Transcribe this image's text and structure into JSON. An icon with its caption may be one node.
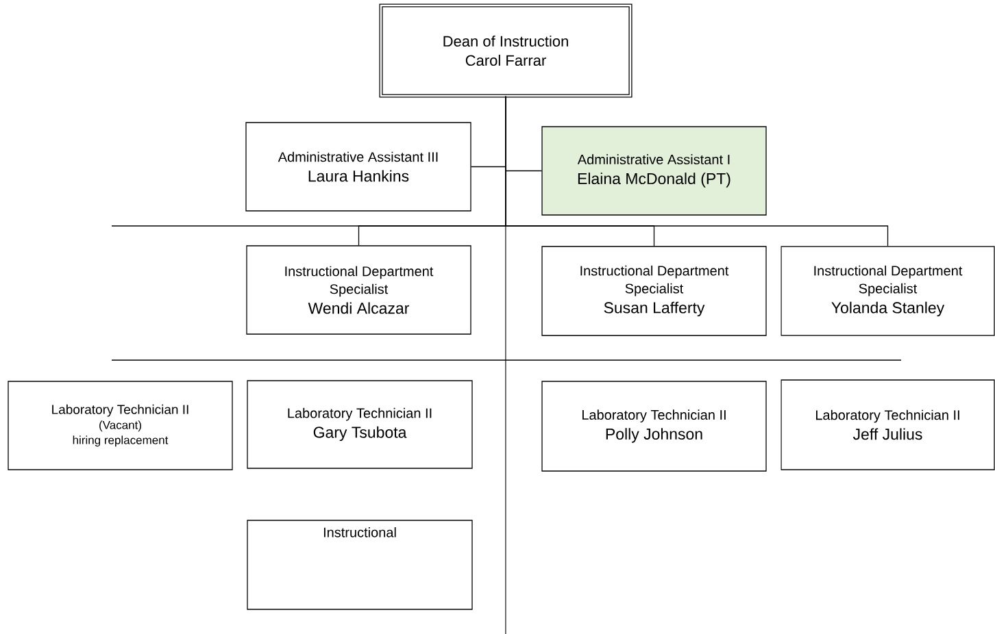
{
  "diagram": {
    "nodes": [
      {
        "text": [
          "Dean of Instruction",
          "Carol Farrar"
        ]
      },
      {
        "text": [
          "Administrative Assistant III",
          "Laura Hankins"
        ]
      },
      {
        "text": [
          "Administrative Assistant I",
          "Elaina McDonald (PT)"
        ]
      },
      {
        "text": [
          "Instructional Department Specialist",
          "Wendi Alcazar"
        ]
      },
      {
        "text": [
          "Instructional Department Specialist",
          "Susan Lafferty"
        ]
      },
      {
        "text": [
          "Instructional Department Specialist",
          "Yolanda Stanley"
        ]
      },
      {
        "text": [
          "Laboratory Technician II",
          "(Vacant)",
          "hiring replacement"
        ]
      },
      {
        "text": [
          "Laboratory Technician II",
          "Gary Tsubota"
        ]
      },
      {
        "text": [
          "Laboratory Technician II",
          "Polly Johnson"
        ]
      },
      {
        "text": [
          "Laboratory Technician II",
          "Jeff Julius"
        ]
      },
      {
        "text": [
          "Instructional"
        ]
      }
    ],
    "edges": [
      {
        "from": 0,
        "to": 1,
        "arrow": "none"
      },
      {
        "from": 0,
        "to": 2,
        "arrow": "none"
      },
      {
        "from": 0,
        "to": 3,
        "arrow": "none"
      },
      {
        "from": 0,
        "to": 4,
        "arrow": "none"
      },
      {
        "from": 0,
        "to": 5,
        "arrow": "none"
      }
    ]
  }
}
